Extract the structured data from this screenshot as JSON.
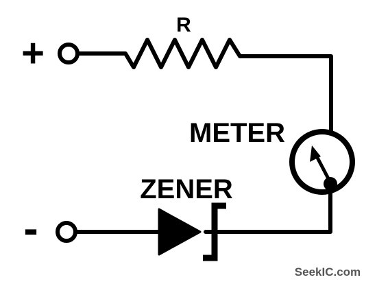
{
  "diagram": {
    "labels": {
      "plus": "+",
      "minus": "-",
      "resistor": "R",
      "meter": "METER",
      "zener": "ZENER"
    },
    "watermark": "SeekIC.com"
  }
}
